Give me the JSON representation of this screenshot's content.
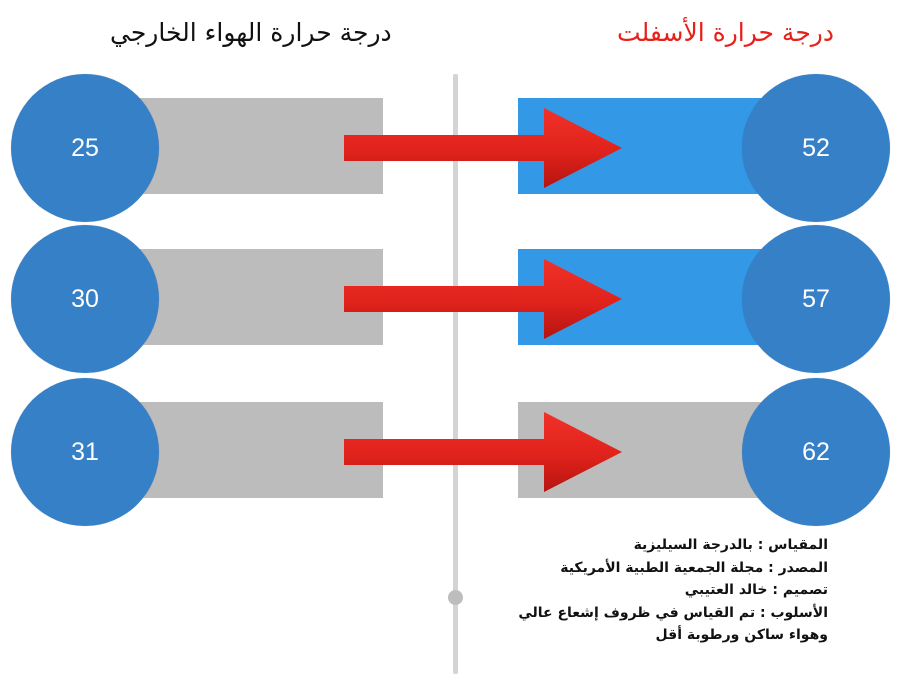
{
  "colors": {
    "blue_circle": "#3680c8",
    "blue_bar": "#3399e6",
    "gray_bar": "#bcbcbc",
    "arrow_red": "#e0221c",
    "title_red": "#e8201a"
  },
  "chart_data": {
    "type": "table",
    "left_header": "درجة حرارة الهواء الخارجي",
    "right_header": "درجة حرارة الأسفلت",
    "rows": [
      {
        "air": 25,
        "asphalt": 52,
        "asphalt_bar": "blue"
      },
      {
        "air": 30,
        "asphalt": 57,
        "asphalt_bar": "blue"
      },
      {
        "air": 31,
        "asphalt": 62,
        "asphalt_bar": "gray"
      }
    ]
  },
  "notes": [
    "المقياس : بالدرجة السيليزية",
    "المصدر : مجلة الجمعية الطبية الأمريكية",
    "تصميم : خالد العتيبي",
    "الأسلوب : تم القياس في ظروف إشعاع عالي",
    "وهواء ساكن ورطوبة أقل"
  ]
}
